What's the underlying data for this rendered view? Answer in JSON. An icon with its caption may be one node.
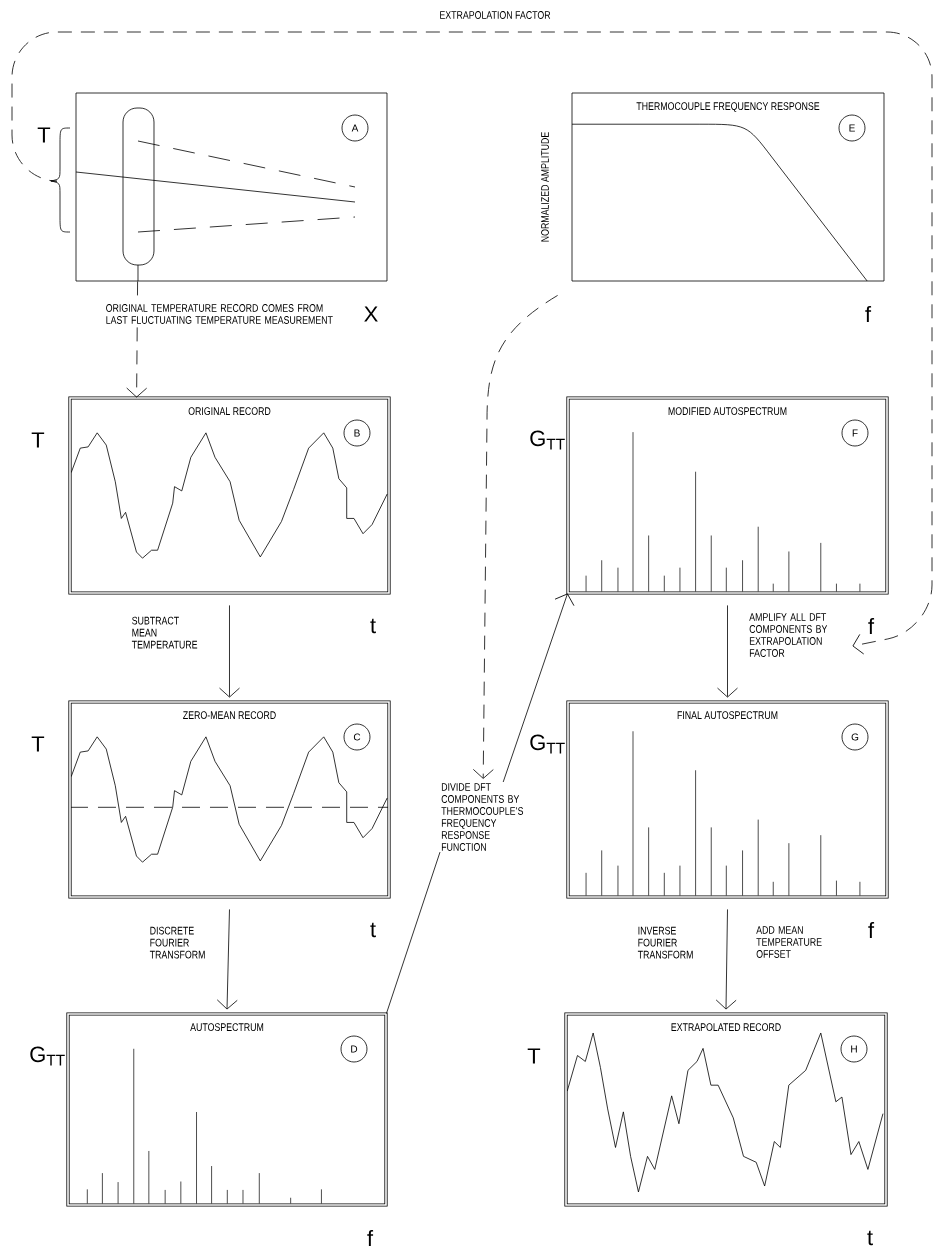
{
  "diagram": {
    "nodes": [
      {
        "text": [
          "A"
        ],
        "beside": [
          "T",
          "X"
        ]
      },
      {
        "text": [
          "THERMOCOUPLE FREQUENCY RESPONSE",
          "E"
        ],
        "beside": [
          "NORMALIZED AMPLITUDE",
          "f"
        ]
      },
      {
        "text": [
          "ORIGINAL RECORD",
          "B"
        ],
        "beside": [
          "T",
          "t"
        ]
      },
      {
        "text": [
          "MODIFIED AUTOSPECTRUM",
          "F"
        ],
        "beside": [
          "G$_{TT}$",
          "f"
        ]
      },
      {
        "text": [
          "ZERO-MEAN RECORD",
          "C"
        ],
        "beside": [
          "T",
          "t"
        ]
      },
      {
        "text": [
          "FINAL AUTOSPECTRUM",
          "G"
        ],
        "beside": [
          "G$_{TT}$",
          "f"
        ]
      },
      {
        "text": [
          "AUTOSPECTRUM",
          "D"
        ],
        "beside": [
          "G$_{TT}$",
          "f"
        ]
      },
      {
        "text": [
          "EXTRAPOLATED RECORD",
          "H"
        ],
        "beside": [
          "T",
          "t"
        ]
      },
      {
        "text": [
          "AMPLIFY ALL DFT COMPONENTS BY EXTRAPOLATION FACTOR"
        ]
      },
      {
        "text": [
          "DIVIDE DFT COMPONENTS BY THERMOCOUPLE'S FREQUENCY RESPONSE FUNCTION"
        ]
      }
    ],
    "edges": [
      {
        "from": 0,
        "to": 2,
        "arrow": "to",
        "style": "dashed",
        "label": "ORIGINAL TEMPERATURE RECORD COMES FROM LAST FLUCTUATING TEMPERATURE MEASUREMENT"
      },
      {
        "from": 2,
        "to": 4,
        "arrow": "to",
        "label": "SUBTRACT MEAN TEMPERATURE"
      },
      {
        "from": 4,
        "to": 6,
        "arrow": "to",
        "label": "DISCRETE FOURIER TRANSFORM"
      },
      {
        "from": 3,
        "to": 5,
        "arrow": "to"
      },
      {
        "from": 5,
        "to": 7,
        "arrow": "to",
        "label": "INVERSE FOURIER TRANSFORM"
      },
      {
        "from": 0,
        "to": 8,
        "arrow": "to",
        "style": "dashed",
        "label": "EXTRAPOLATION FACTOR"
      },
      {
        "from": 1,
        "to": 9,
        "arrow": "to",
        "style": "dashed"
      },
      {
        "from": 6,
        "to": 9,
        "arrow": "none"
      },
      {
        "from": 9,
        "to": 3,
        "arrow": "to"
      }
    ],
    "labels": [
      "ADD MEAN TEMPERATURE OFFSET"
    ]
  }
}
